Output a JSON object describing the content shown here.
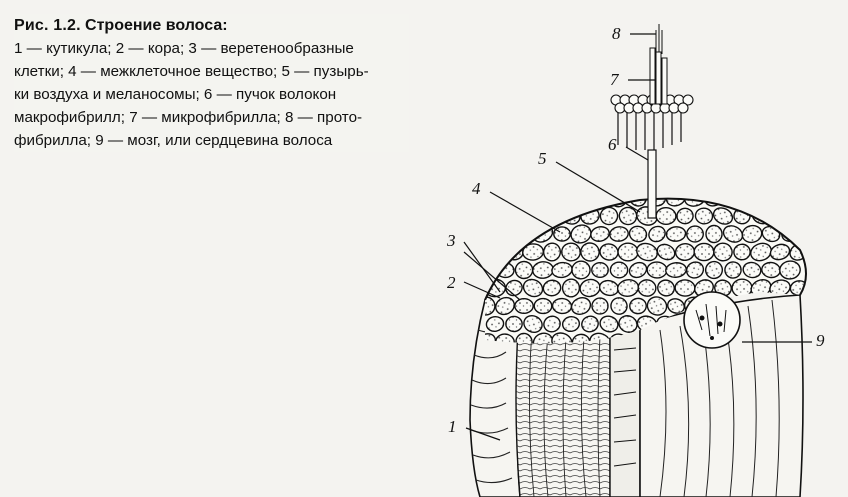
{
  "figure": {
    "number": "Рис. 1.2.",
    "title": "Строение волоса:",
    "caption_lines": [
      "1 — кутикула; 2 — кора; 3 — веретенообразные",
      "клетки; 4 — межклеточное вещество; 5 — пузырь-",
      "ки воздуха и меланосомы; 6 — пучок волокон",
      "макрофибрилл; 7 — микрофибрилла; 8 — прото-",
      "фибрилла; 9 — мозг, или сердцевина волоса"
    ]
  },
  "callouts": [
    {
      "id": "8",
      "label": "8"
    },
    {
      "id": "7",
      "label": "7"
    },
    {
      "id": "6",
      "label": "6"
    },
    {
      "id": "5",
      "label": "5"
    },
    {
      "id": "4",
      "label": "4"
    },
    {
      "id": "3",
      "label": "3"
    },
    {
      "id": "2",
      "label": "2"
    },
    {
      "id": "9",
      "label": "9"
    },
    {
      "id": "1",
      "label": "1"
    }
  ]
}
